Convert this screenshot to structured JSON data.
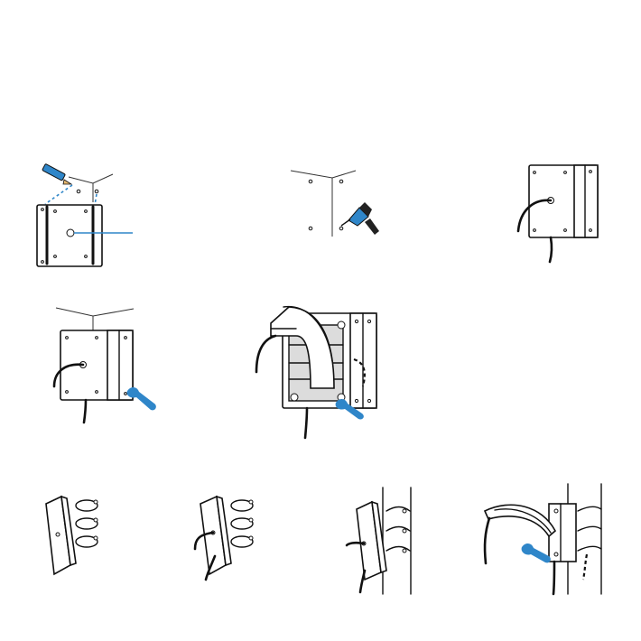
{
  "colors": {
    "accent": "#2f86c9",
    "ink": "#111111"
  },
  "icons": [
    "pencil-icon",
    "drill-icon",
    "wrench-icon"
  ],
  "steps": [
    {
      "name": "step-mark-holes-wall"
    },
    {
      "name": "step-drill-wall"
    },
    {
      "name": "step-cable-through-plate"
    },
    {
      "name": "step-tighten-wall-plate"
    },
    {
      "name": "step-mount-arm-wall"
    },
    {
      "name": "step-pole-bracket"
    },
    {
      "name": "step-pole-bracket-cable"
    },
    {
      "name": "step-attach-to-pole"
    },
    {
      "name": "step-mount-arm-pole"
    }
  ]
}
